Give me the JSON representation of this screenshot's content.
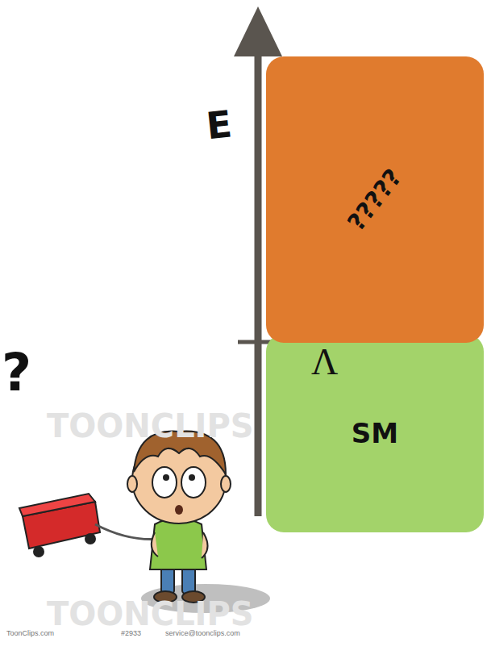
{
  "diagram": {
    "nodes": [
      {
        "text": [
          "?????"
        ]
      },
      {
        "text": [
          "SM"
        ]
      }
    ],
    "labels": [
      "E",
      "Λ",
      "?",
      "TOONCLIPS",
      "TOONCLIPS",
      "ToonClips.com",
      "#2933",
      "service@toonclips.com"
    ]
  }
}
